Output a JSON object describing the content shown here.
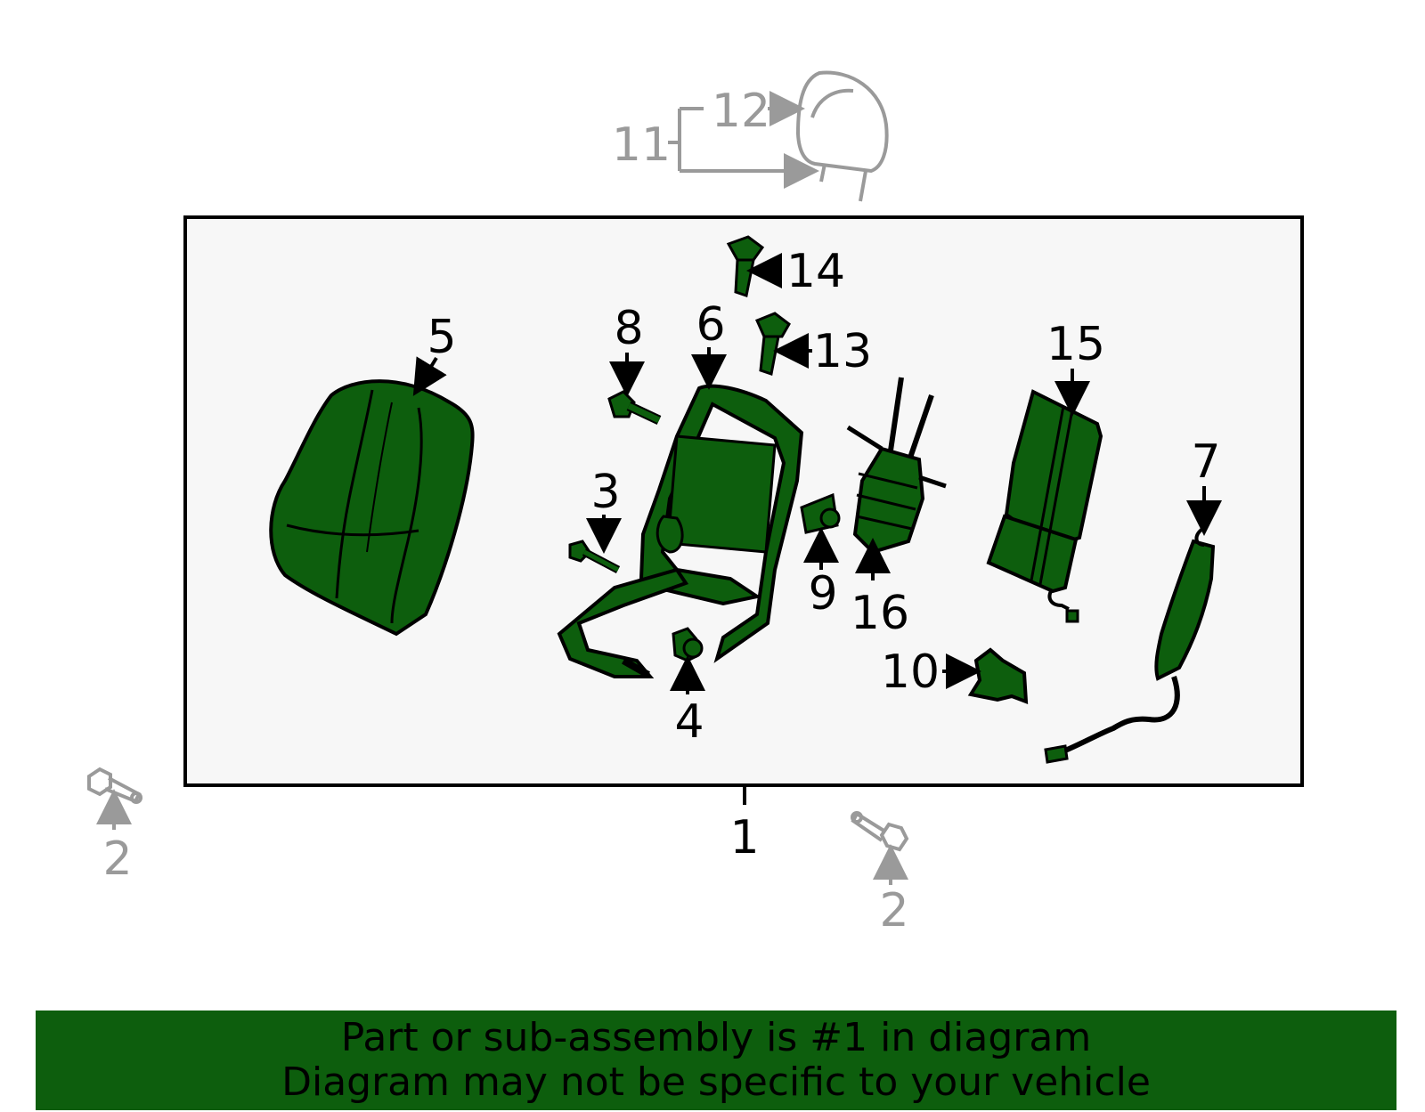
{
  "colors": {
    "part_fill": "#0d5e0d",
    "outline": "#000000",
    "faded": "#9a9a9a",
    "box_fill": "#f7f7f7",
    "banner": "#0d5e0d"
  },
  "callouts": {
    "c1": "1",
    "c2a": "2",
    "c2b": "2",
    "c3": "3",
    "c4": "4",
    "c5": "5",
    "c6": "6",
    "c7": "7",
    "c8": "8",
    "c9": "9",
    "c10": "10",
    "c11": "11",
    "c12": "12",
    "c13": "13",
    "c14": "14",
    "c15": "15",
    "c16": "16"
  },
  "banner": {
    "line1": "Part or sub-assembly is #1 in diagram",
    "line2": "Diagram may not be specific to your vehicle"
  }
}
